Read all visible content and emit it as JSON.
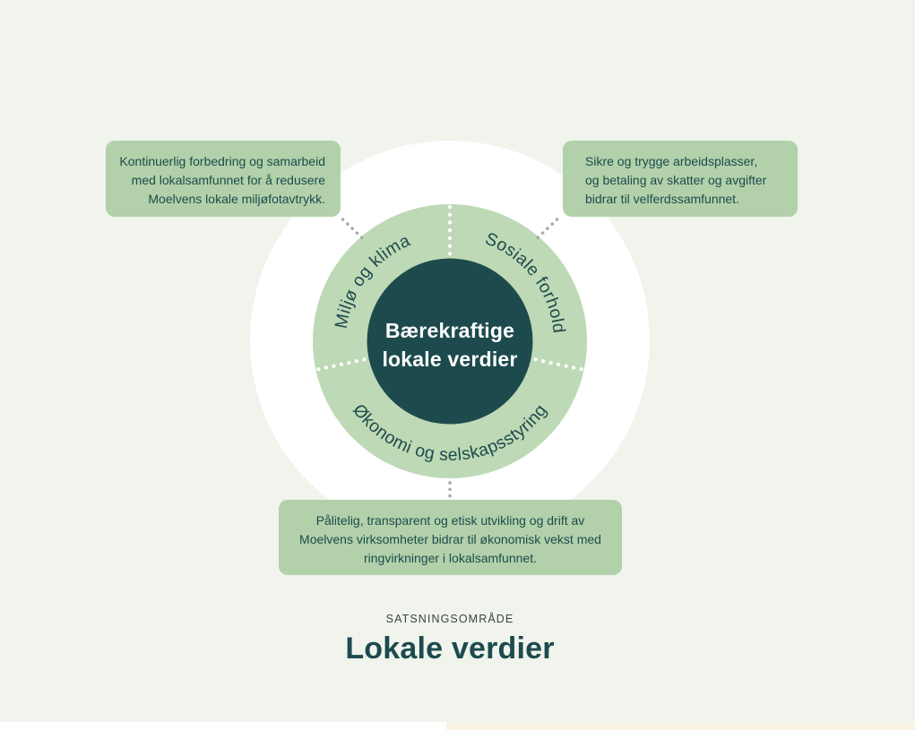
{
  "colors": {
    "background": "#f0f4ec",
    "white_halo": "#ffffff",
    "ring_green": "#bed9b5",
    "callout_green": "#b2d1aa",
    "dark_teal": "#1d4b4d",
    "kicker_grey": "#3e423f",
    "cream_strip": "#f9f4e3",
    "connector_dot_grey": "#9cab9c"
  },
  "diagram": {
    "center_label": {
      "line1": "Bærekraftige",
      "line2": "lokale verdier"
    },
    "segments": [
      {
        "label": "Miljø og klima"
      },
      {
        "label": "Sosiale forhold"
      },
      {
        "label": "Økonomi og selskapsstyring"
      }
    ],
    "callouts": {
      "left": {
        "lines": [
          "Kontinuerlig forbedring og samarbeid",
          "med lokalsamfunnet for å redusere",
          "Moelvens lokale miljøfotavtrykk."
        ]
      },
      "right": {
        "lines": [
          "Sikre og trygge arbeidsplasser,",
          "og betaling av skatter og avgifter",
          "bidrar til velferdssamfunnet."
        ]
      },
      "bottom": {
        "lines": [
          "Pålitelig, transparent og etisk utvikling og drift av",
          "Moelvens virksomheter bidrar til økonomisk vekst med",
          "ringvirkninger i lokalsamfunnet."
        ]
      }
    }
  },
  "footer": {
    "kicker": "SATSNINGSOMRÅDE",
    "title": "Lokale verdier"
  }
}
